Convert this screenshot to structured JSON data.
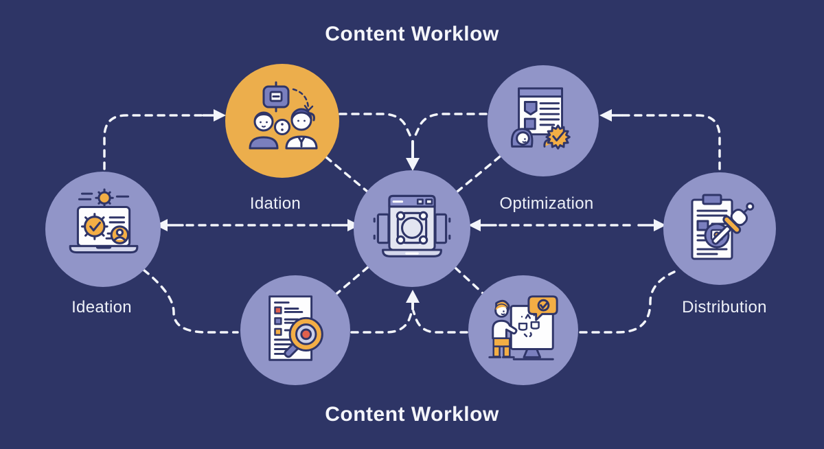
{
  "titles": {
    "top": "Content Worklow",
    "bottom": "Content Worklow"
  },
  "nodes": {
    "ideation": {
      "label": "Ideation",
      "icon": "laptop-gear-icon"
    },
    "idation": {
      "label": "Idation",
      "icon": "team-discussion-icon"
    },
    "hub": {
      "label": "",
      "icon": "content-hub-icon"
    },
    "optimization": {
      "label": "Optimization",
      "icon": "webpage-approval-icon"
    },
    "distribution": {
      "label": "Distribution",
      "icon": "clipboard-stamp-icon"
    },
    "review": {
      "label": "",
      "icon": "checklist-magnifier-icon"
    },
    "presentation": {
      "label": "",
      "icon": "presenter-whiteboard-icon"
    }
  },
  "edges": [
    {
      "from": "ideation",
      "to": "idation",
      "style": "dashed-arrow"
    },
    {
      "from": "idation",
      "to": "hub",
      "style": "dashed-merge-into-down-arrow"
    },
    {
      "from": "optimization",
      "to": "hub",
      "style": "dashed-merge-into-down-arrow"
    },
    {
      "from": "distribution",
      "to": "optimization",
      "style": "dashed-arrow"
    },
    {
      "from": "ideation",
      "to": "hub",
      "style": "dashed-double-headed-arrow"
    },
    {
      "from": "hub",
      "to": "distribution",
      "style": "dashed-double-headed-arrow"
    },
    {
      "from": "ideation",
      "to": "review",
      "style": "dashed-line"
    },
    {
      "from": "review",
      "to": "hub",
      "style": "dashed-merge-into-up-arrow"
    },
    {
      "from": "presentation",
      "to": "hub",
      "style": "dashed-merge-into-up-arrow"
    },
    {
      "from": "presentation",
      "to": "distribution",
      "style": "dashed-line"
    },
    {
      "from": "idation",
      "to": "hub",
      "style": "dashed-diagonal"
    },
    {
      "from": "optimization",
      "to": "hub",
      "style": "dashed-diagonal"
    },
    {
      "from": "hub",
      "to": "review",
      "style": "dashed-diagonal"
    },
    {
      "from": "hub",
      "to": "presentation",
      "style": "dashed-diagonal"
    }
  ],
  "colors": {
    "background": "#2e3566",
    "node_purple": "#9195c8",
    "node_orange": "#ecae4c",
    "connector": "#f3f5fa",
    "text": "#eef1f8",
    "icon_line": "#2f3568",
    "icon_purple": "#7a7fbe",
    "icon_orange": "#f3ae45",
    "icon_red": "#e0604d"
  }
}
